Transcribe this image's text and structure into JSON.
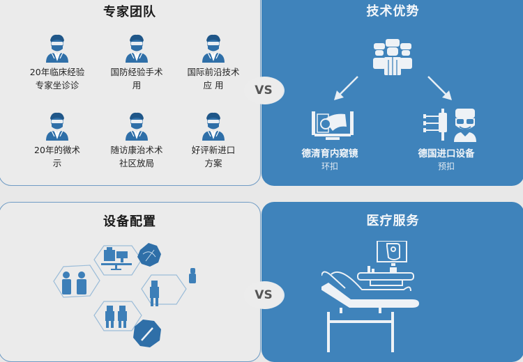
{
  "colors": {
    "primary_blue": "#3f83bb",
    "light_panel": "#ebebeb",
    "icon_blue": "#2f6fa8",
    "text_dark": "#1a1a1a"
  },
  "vs_label": "VS",
  "expert_team": {
    "title": "专家团队",
    "members": [
      {
        "line1": "20年临床经验",
        "line2": "专家坐诊诊",
        "icon": "doctor-icon"
      },
      {
        "line1": "国防经验手术",
        "line2": "用",
        "icon": "doctor-icon"
      },
      {
        "line1": "国际前沿技术",
        "line2": "应  用",
        "icon": "doctor-icon"
      },
      {
        "line1": "20年的微术",
        "line2": "示",
        "icon": "doctor-icon"
      },
      {
        "line1": "随访康治术术",
        "line2": "社区放局",
        "icon": "doctor-icon"
      },
      {
        "line1": "好评新进口",
        "line2": "方案",
        "icon": "doctor-icon"
      }
    ]
  },
  "tech_advantage": {
    "title": "技术优势",
    "center_icon": "medical-team-icon",
    "items": [
      {
        "line1": "德清育内窥镜",
        "line2": "环扣",
        "icon": "endoscope-monitor-icon"
      },
      {
        "line1": "德国进口设备",
        "line2": "预扣",
        "icon": "surgeon-equipment-icon"
      }
    ]
  },
  "equipment": {
    "title": "设备配置",
    "icons": [
      "staff-pair-icon",
      "workstation-icon",
      "surgery-badge-icon",
      "doctor-standing-icon",
      "doctors-pair-icon",
      "scalpel-badge-icon",
      "nurse-icon"
    ]
  },
  "medical_service": {
    "title": "医疗服务",
    "illustration": "patient-bed-monitor-icon"
  }
}
